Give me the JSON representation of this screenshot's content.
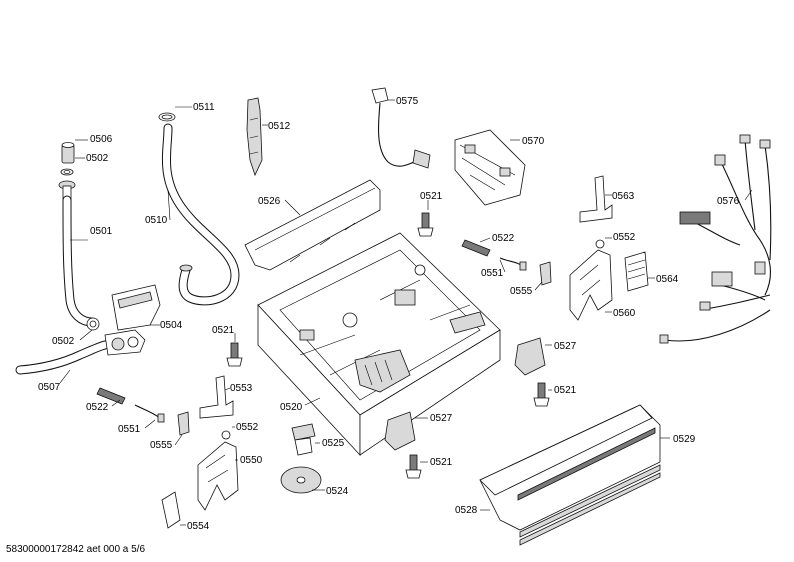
{
  "diagram": {
    "labels": [
      "0506",
      "0502",
      "0501",
      "0502",
      "0507",
      "0510",
      "0511",
      "0512",
      "0526",
      "0575",
      "0570",
      "0521",
      "0522",
      "0551",
      "0555",
      "0563",
      "0552",
      "0564",
      "0560",
      "0576",
      "0504",
      "0521",
      "0553",
      "0522",
      "0551",
      "0555",
      "0552",
      "0550",
      "0554",
      "0520",
      "0525",
      "0524",
      "0527",
      "0527",
      "0521",
      "0521",
      "0529",
      "0528"
    ],
    "footer": "58300000172842 aet 000 a 5/6"
  }
}
